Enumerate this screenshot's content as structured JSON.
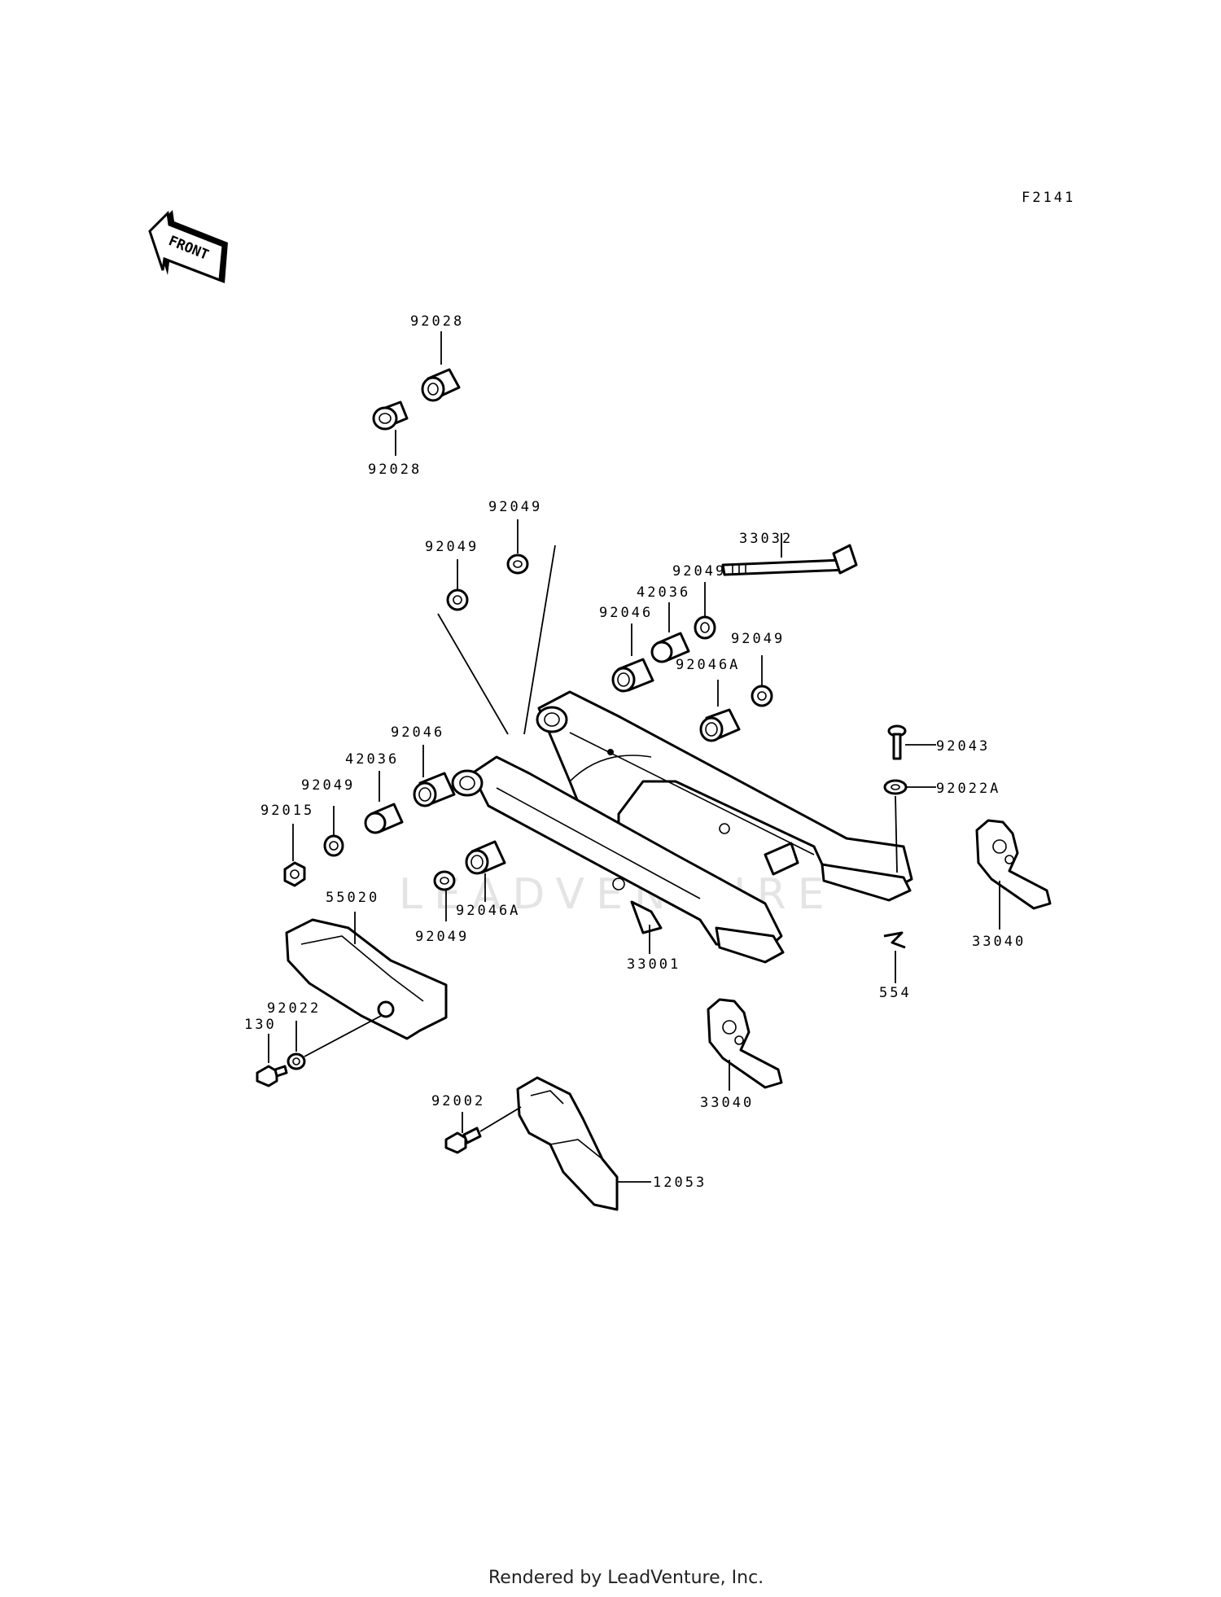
{
  "diagram": {
    "code": "F2141",
    "front_label": "FRONT",
    "watermark": "LEADVENTURE",
    "credit": "Rendered by LeadVenture, Inc.",
    "parts": {
      "p92028_top": "92028",
      "p92028_bot": "92028",
      "p92049_top": "92049",
      "p92049_left": "92049",
      "p33032": "33032",
      "p92049_right": "92049",
      "p42036_right": "42036",
      "p92046_right": "92046",
      "p92049_r2": "92049",
      "p92046A_right": "92046A",
      "p92043": "92043",
      "p92022A": "92022A",
      "p92046_left": "92046",
      "p42036_left": "42036",
      "p92049_l2": "92049",
      "p92015": "92015",
      "p92046A_left": "92046A",
      "p92049_bot": "92049",
      "p33001": "33001",
      "p55020": "55020",
      "p33040_right": "33040",
      "p554": "554",
      "p92022": "92022",
      "p130": "130",
      "p33040_bot": "33040",
      "p92002": "92002",
      "p12053": "12053"
    }
  }
}
